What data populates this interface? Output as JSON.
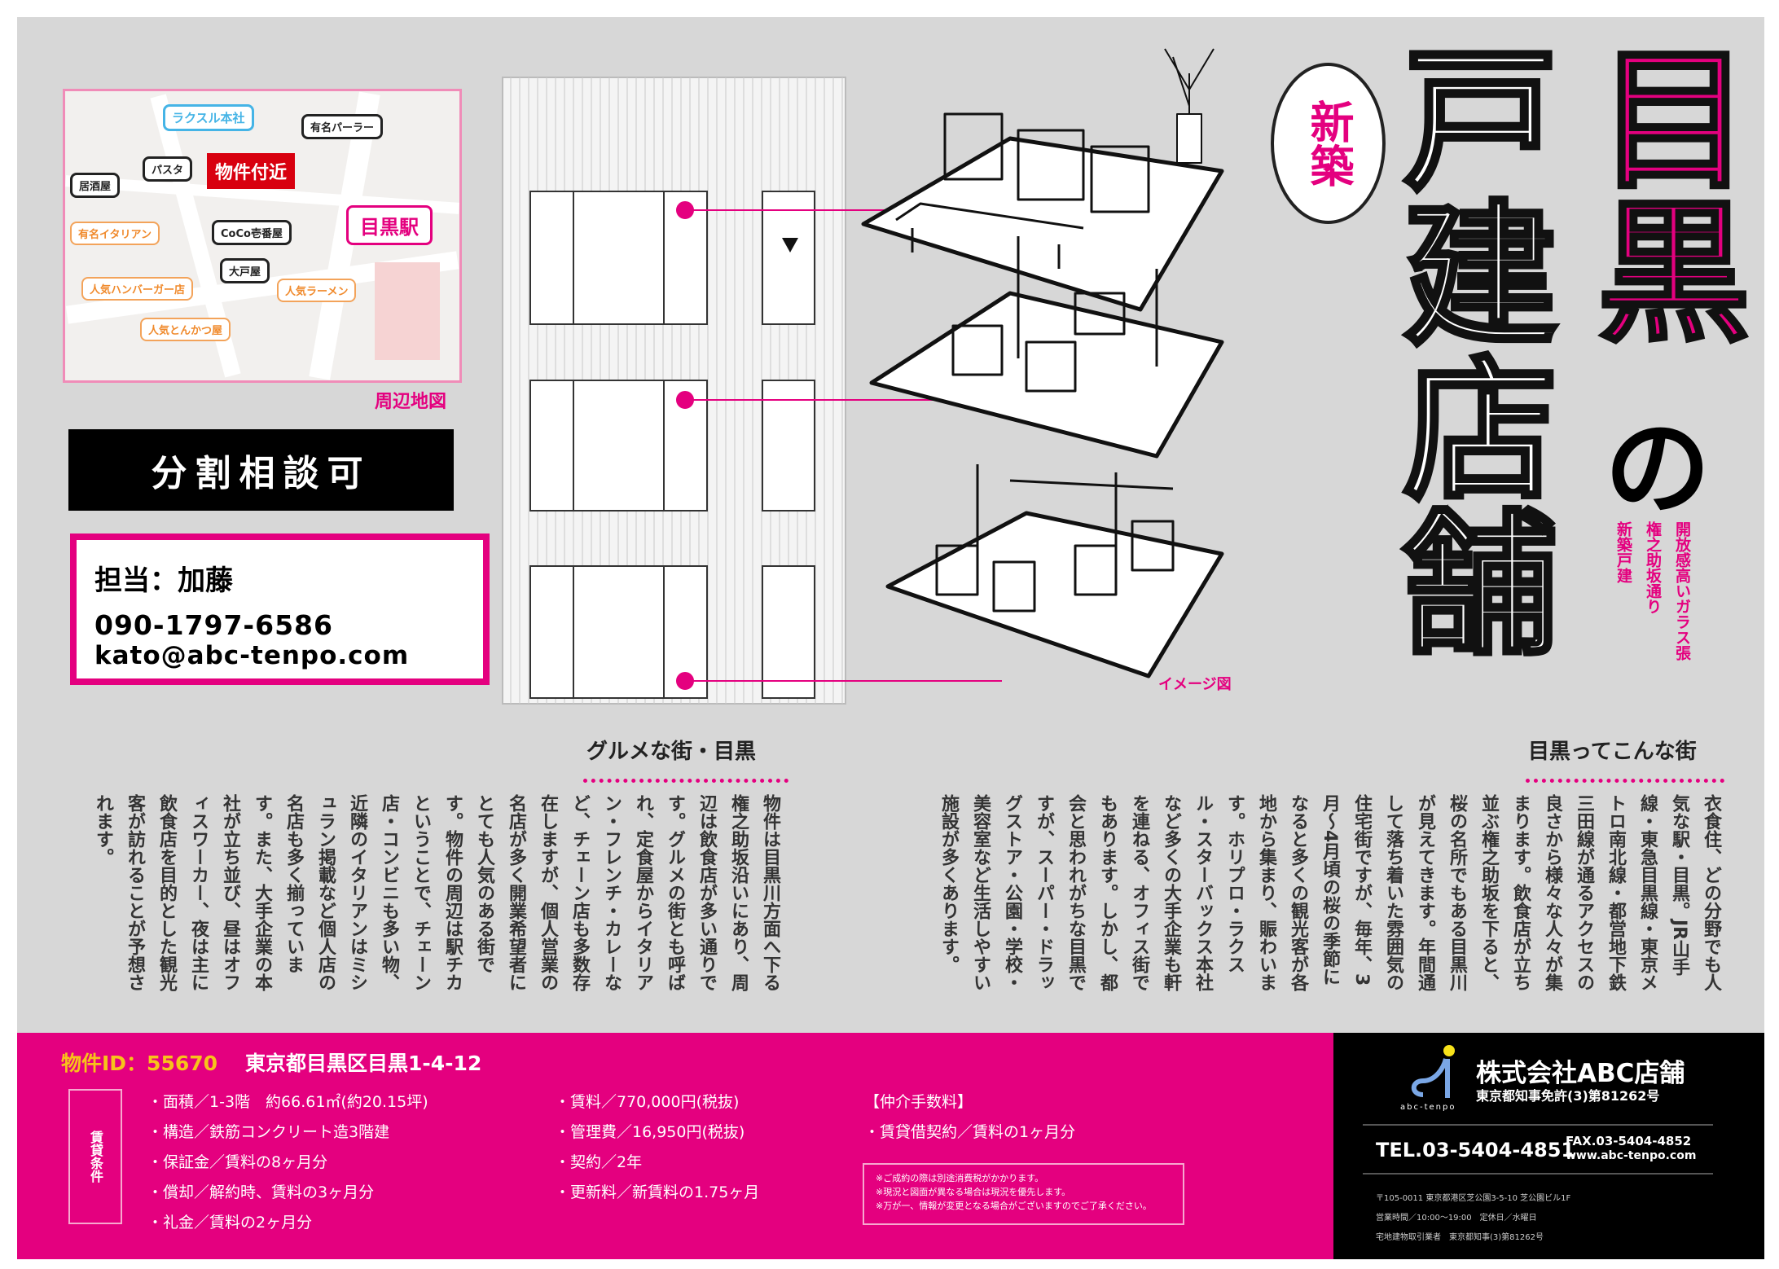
{
  "colors": {
    "accent": "#e4007f",
    "background": "#d7d7d7",
    "id_highlight": "#f7c31a",
    "company_bg": "#000000"
  },
  "map": {
    "caption": "周辺地図",
    "station": "目黒駅",
    "property_marker": "物件付近",
    "labels": {
      "raksul": "ラクスル本社",
      "parlor": "有名パーラー",
      "pasta": "パスタ",
      "izakaya": "居酒屋",
      "italian": "有名イタリアン",
      "coco": "CoCo壱番屋",
      "ootoya": "大戸屋",
      "burger": "人気ハンバーガー店",
      "ramen": "人気ラーメン",
      "tonkatsu": "人気とんかつ屋"
    }
  },
  "split_badge": "分割相談可",
  "contact": {
    "person": "担当：加藤",
    "phone": "090-1797-6586",
    "email": "kato@abc-tenpo.com"
  },
  "title": {
    "bubble": "新築",
    "main": "戸建店舗",
    "place": "目黒",
    "particle": "の"
  },
  "catch_lines": [
    "開放感高いガラス張",
    "権之助坂通り",
    "新築戸建"
  ],
  "image_note": "イメージ図",
  "sections": [
    {
      "title": "グルメな街・目黒",
      "body": "物件は目黒川方面へ下る権之助坂沿いにあり、周辺は飲食店が多い通りです。グルメの街とも呼ばれ、定食屋からイタリアン・フレンチ・カレーなど、チェーン店も多数存在しますが、個人営業の名店が多く開業希望者にとても人気のある街です。物件の周辺は駅チカということで、チェーン店・コンビニも多い物、近隣のイタリアンはミシュラン掲載など個人店の名店も多く揃っています。また、大手企業の本社が立ち並び、昼はオフィスワーカー、夜は主に飲食店を目的とした観光客が訪れることが予想されます。"
    },
    {
      "title": "目黒ってこんな街",
      "body": "衣食住、どの分野でも人気な駅・目黒。JR山手線・東急目黒線・東京メトロ南北線・都営地下鉄三田線が通るアクセスの良さから様々な人々が集まります。飲食店が立ち並ぶ権之助坂を下ると、桜の名所でもある目黒川が見えてきます。年間通して落ち着いた雰囲気の住宅街ですが、毎年、3月～4月頃の桜の季節になると多くの観光客が各地から集まり、賑わいます。ホリプロ・ラクスル・スターバックス本社など多くの大手企業も軒を連ねる、オフィス街でもあります。しかし、都会と思われがちな目黒ですが、スーパー・ドラッグストア・公園・学校・美容室など生活しやすい施設が多くあります。"
    }
  ],
  "property": {
    "id": "物件ID：55670",
    "address": "東京都目黒区目黒1-4-12",
    "conditions_label": "賃貸条件",
    "col1": [
      "・面積／1-3階　約66.61㎡(約20.15坪)",
      "・構造／鉄筋コンクリート造3階建",
      "・保証金／賃料の8ヶ月分",
      "・償却／解約時、賃料の3ヶ月分",
      "・礼金／賃料の2ヶ月分"
    ],
    "col2": [
      "・賃料／770,000円(税抜)",
      "・管理費／16,950円(税抜)",
      "・契約／2年",
      "・更新料／新賃料の1.75ヶ月"
    ],
    "fee_title": "【仲介手数料】",
    "fee_line": "・賃貸借契約／賃料の1ヶ月分",
    "notes": [
      "※ご成約の際は別途消費税がかかります。",
      "※現況と図面が異なる場合は現況を優先します。",
      "※万が一、情報が変更となる場合がございますのでご了承ください。"
    ]
  },
  "company": {
    "name": "株式会社ABC店舗",
    "license": "東京都知事免許(3)第81262号",
    "logo_text": "abc-tenpo",
    "tel": "TEL.03-5404-4851",
    "fax": "FAX.03-5404-4852",
    "web": "www.abc-tenpo.com",
    "small_lines": [
      "〒105-0011 東京都港区芝公園3-5-10 芝公園ビル1F",
      "営業時間／10:00～19:00　定休日／水曜日",
      "宅地建物取引業者　東京都知事(3)第81262号"
    ]
  }
}
